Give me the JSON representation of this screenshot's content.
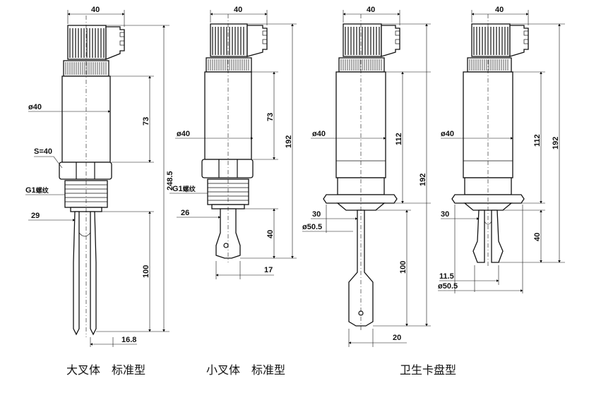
{
  "dims": {
    "width": "40",
    "h248": "248.5",
    "h192": "192",
    "h112": "112",
    "h73": "73",
    "h100": "100",
    "h40": "40",
    "phi40": "ø40",
    "s40": "S=40",
    "g1": "G1",
    "thread_note": "螺纹",
    "d29": "29",
    "d26": "26",
    "d30": "30",
    "phi50_5": "ø50.5",
    "d16_8": "16.8",
    "d17": "17",
    "d20": "20",
    "d11_5": "11.5"
  },
  "captions": {
    "large_fork": "大叉体　标准型",
    "small_fork": "小叉体　标准型",
    "sanitary": "卫生卡盘型"
  }
}
